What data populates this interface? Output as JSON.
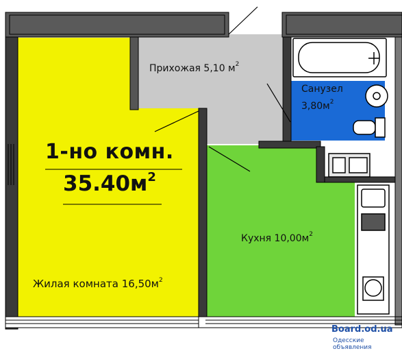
{
  "plan": {
    "apartment_title": "1-но комн.",
    "apartment_area_value": "35.40м",
    "apartment_area_sup": "2",
    "rooms": {
      "living": {
        "label": "Жилая комната 16,50м",
        "sup": "2",
        "color": "#f2f200"
      },
      "hallway": {
        "label": "Прихожая 5,10 м",
        "sup": "2",
        "color": "#c9c9c9"
      },
      "kitchen": {
        "label": "Кухня 10,00м",
        "sup": "2",
        "color": "#6fd43a"
      },
      "bathroom": {
        "label_line1": "Санузел",
        "label_line2": "3,80м",
        "sup": "2",
        "color": "#1a6ad6"
      }
    }
  },
  "watermark": {
    "site": "Board.od.ua",
    "tagline": "Одесские объявления"
  }
}
